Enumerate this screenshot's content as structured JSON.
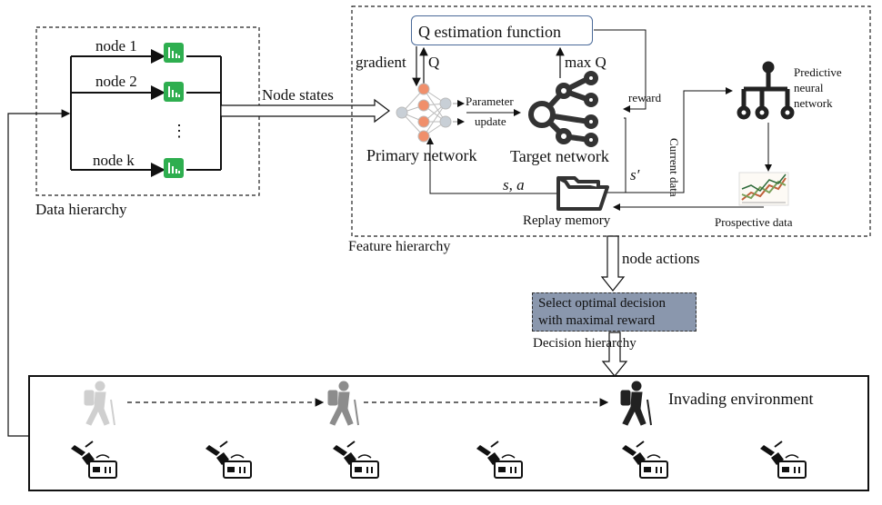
{
  "data_hierarchy": {
    "label": "Data hierarchy",
    "nodes": [
      "node 1",
      "node 2",
      "node k"
    ],
    "ellipsis": "⋮",
    "output_label": "Node states"
  },
  "feature_hierarchy": {
    "label": "Feature hierarchy",
    "q_function": "Q estimation function",
    "gradient": "gradient",
    "q": "Q",
    "max_q": "max Q",
    "parameter_update": [
      "Parameter",
      "update"
    ],
    "primary_network": "Primary network",
    "target_network": "Target network",
    "reward": "reward",
    "s_prime": "s′",
    "s_a": "s, a",
    "current_data": "Current data",
    "replay_memory": "Replay memory",
    "predictive_network": [
      "Predictive",
      "neural",
      "network"
    ],
    "prospective_data": "Prospective data"
  },
  "node_actions": "node actions",
  "decision_hierarchy": {
    "label": "Decision hierarchy",
    "box_lines": [
      "Select optimal decision",
      "with maximal reward"
    ]
  },
  "environment": {
    "label": "Invading environment"
  },
  "colors": {
    "node_icon": "#2eae4f",
    "decision_fill": "#8a97ad",
    "qbox_border": "#4a6a99",
    "neuron_orange": "#f08f6b",
    "neuron_gray": "#c8cfd6",
    "network_icon": "#333333"
  }
}
